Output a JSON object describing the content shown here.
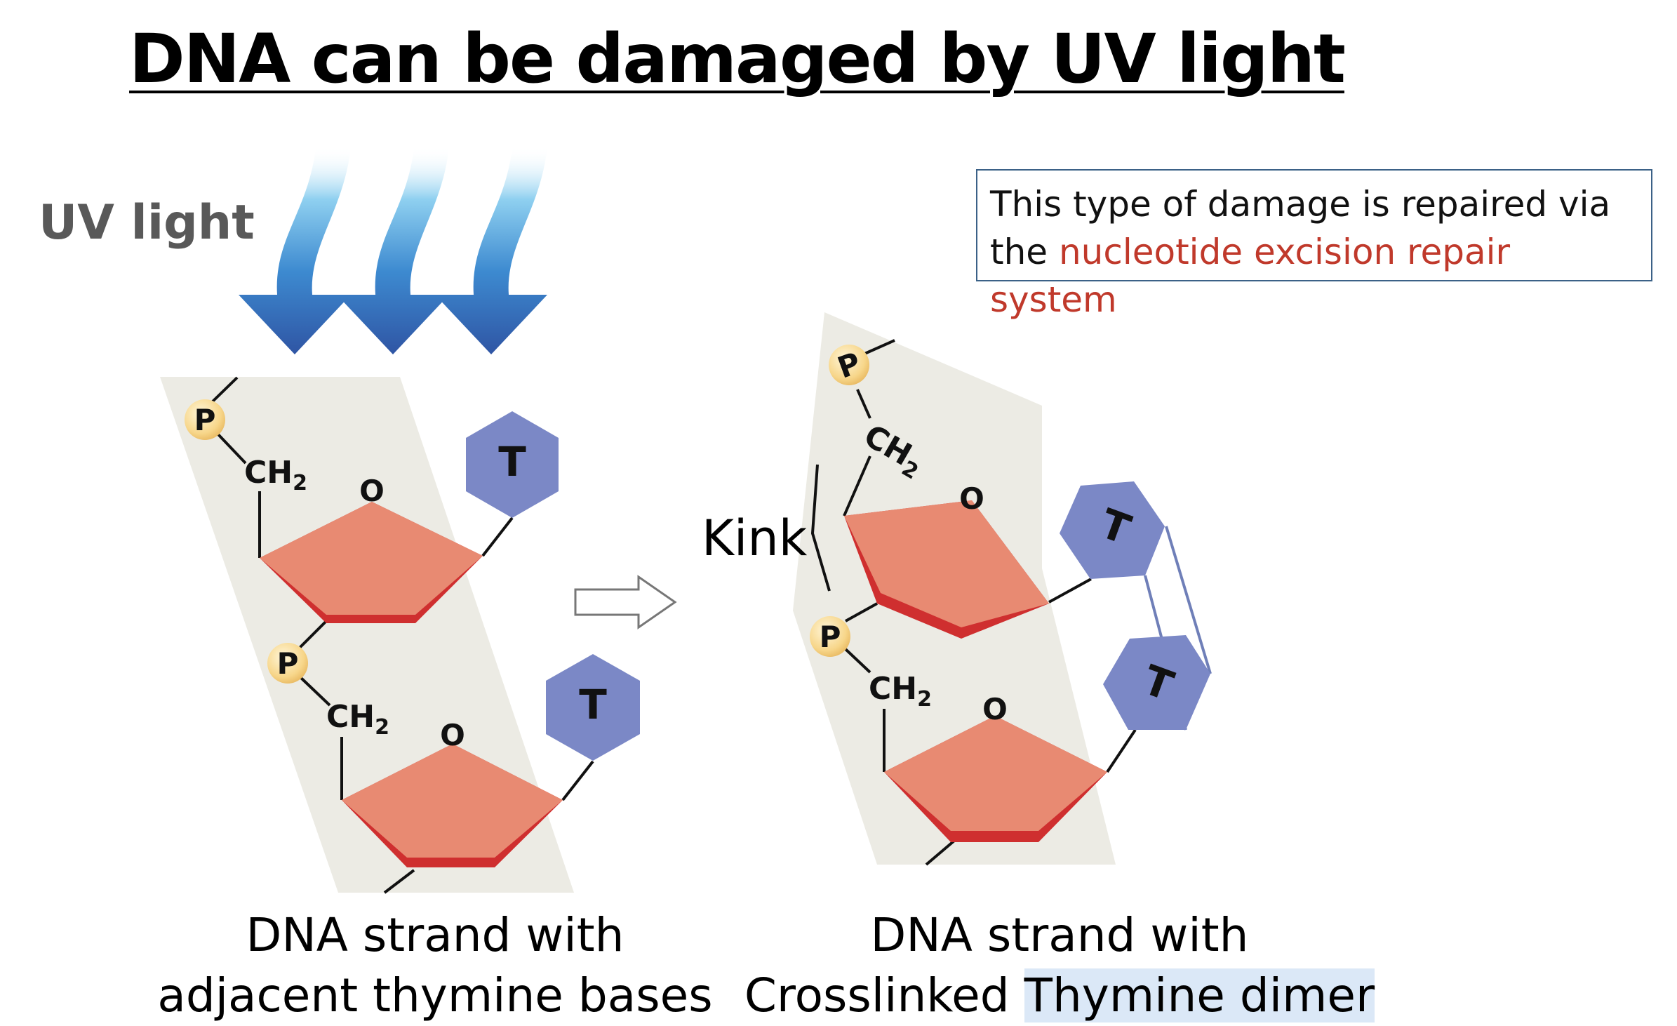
{
  "title": "DNA can be damaged by UV light",
  "uv_label": "UV light",
  "infobox": {
    "line1": "This type of damage is repaired via",
    "line2_prefix": "the ",
    "line2_highlight": "nucleotide excision repair system"
  },
  "kink_label": "Kink",
  "labels": {
    "phosphate": "P",
    "ch2": "CH",
    "ch2_sub": "2",
    "oxygen": "O",
    "thymine": "T"
  },
  "captions": {
    "left_line1": "DNA strand with",
    "left_line2": "adjacent thymine bases",
    "right_line1": "DNA strand with",
    "right_line2_prefix": "Crosslinked ",
    "right_line2_highlight": "Thymine dimer"
  },
  "colors": {
    "backbone_bg": "#ecebe4",
    "sugar_fill": "#e88a72",
    "sugar_edge": "#cf2f2f",
    "base_fill": "#7b88c6",
    "phosphate_fill": "#f7d68a",
    "uv_arrow_dark": "#2f55a4",
    "uv_arrow_light": "#8fd0f0",
    "highlight_red": "#c0392b"
  }
}
